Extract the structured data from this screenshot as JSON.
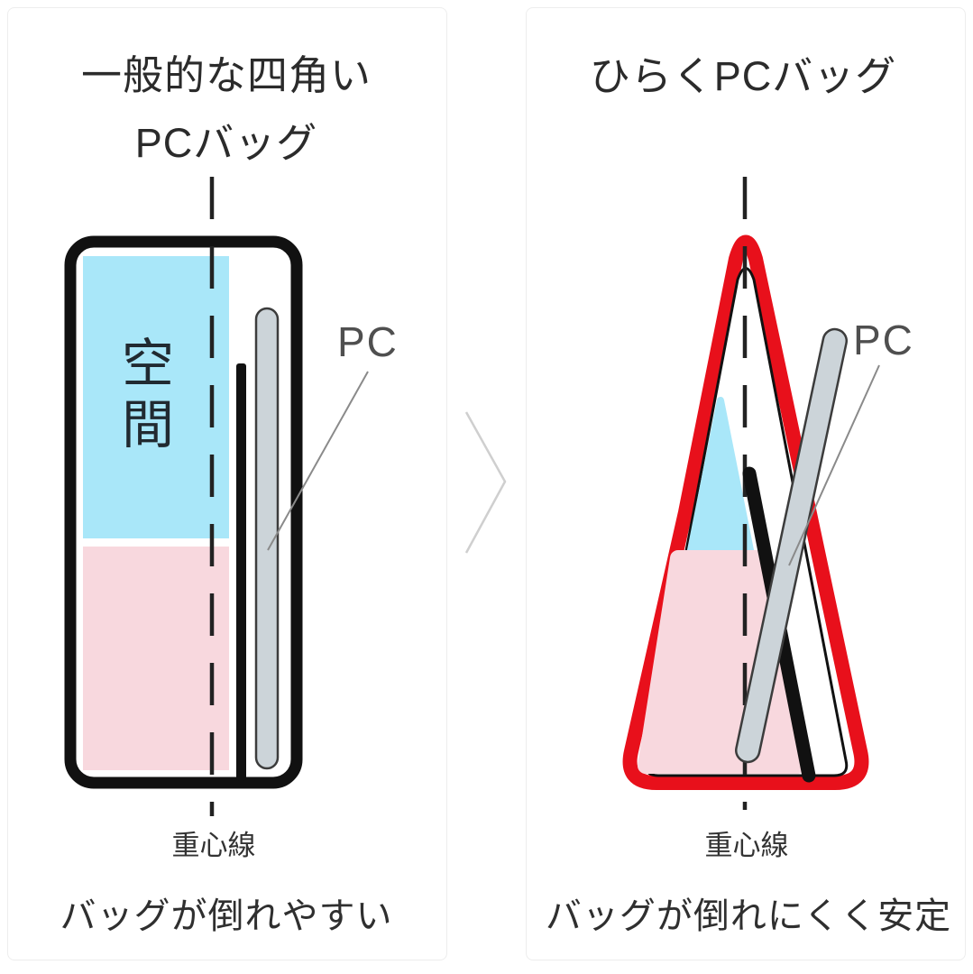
{
  "page": {
    "background": "#ffffff"
  },
  "left_panel": {
    "title_line1": "一般的な四角い",
    "title_line2": "PCバッグ",
    "space_label": "空間",
    "pc_label": "PC",
    "gravity_line_label": "重心線",
    "caption": "バッグが倒れやすい"
  },
  "right_panel": {
    "title": "ひらくPCバッグ",
    "pc_label": "PC",
    "gravity_line_label": "重心線",
    "caption": "バッグが倒れにくく安定"
  },
  "arrow": {
    "icon": "chevron-right-icon"
  },
  "colors": {
    "bag_black": "#111111",
    "bag_red": "#e8101b",
    "space_cyan": "#a9e7f9",
    "load_pink": "#f8d8de",
    "pc_gray": "#ccd4d9",
    "pc_outline": "#3c3c3c",
    "dash_line": "#222222",
    "leader_line": "#8a8a8a",
    "chevron_gray": "#cfcfcf",
    "panel_border": "#ededed"
  }
}
